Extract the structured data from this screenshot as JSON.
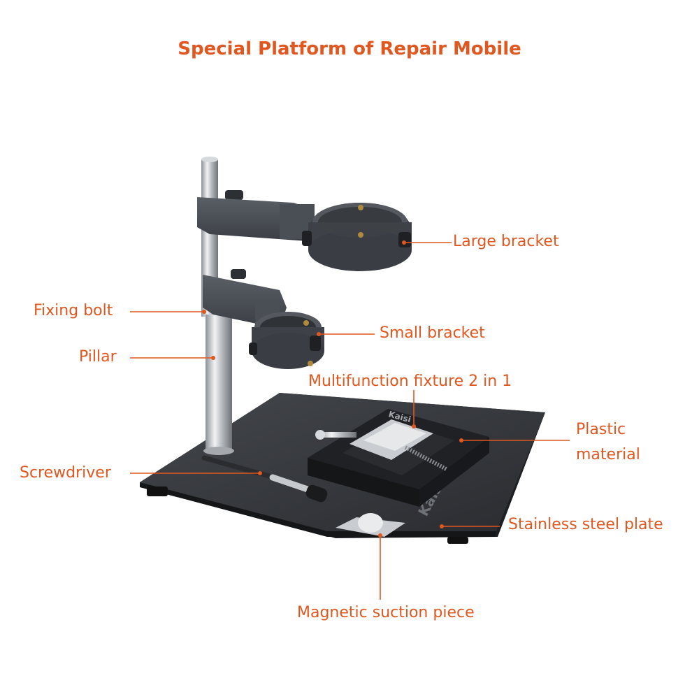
{
  "title": "Special Platform of Repair Mobile",
  "labels": {
    "large_bracket": "Large bracket",
    "fixing_bolt": "Fixing bolt",
    "small_bracket": "Small bracket",
    "pillar": "Pillar",
    "multifunction_fixture": "Multifunction fixture 2 in 1",
    "plastic_material_line1": "Plastic",
    "plastic_material_line2": "material",
    "screwdriver": "Screwdriver",
    "stainless_steel_plate": "Stainless steel plate",
    "magnetic_suction_piece": "Magnetic suction piece"
  },
  "brand": {
    "plate_logo": "Kaisi",
    "fixture_logo": "Kaisi"
  },
  "colors": {
    "accent": "#e0571f",
    "metal_dark": "#3f4348",
    "plate": "#2b2d31"
  }
}
